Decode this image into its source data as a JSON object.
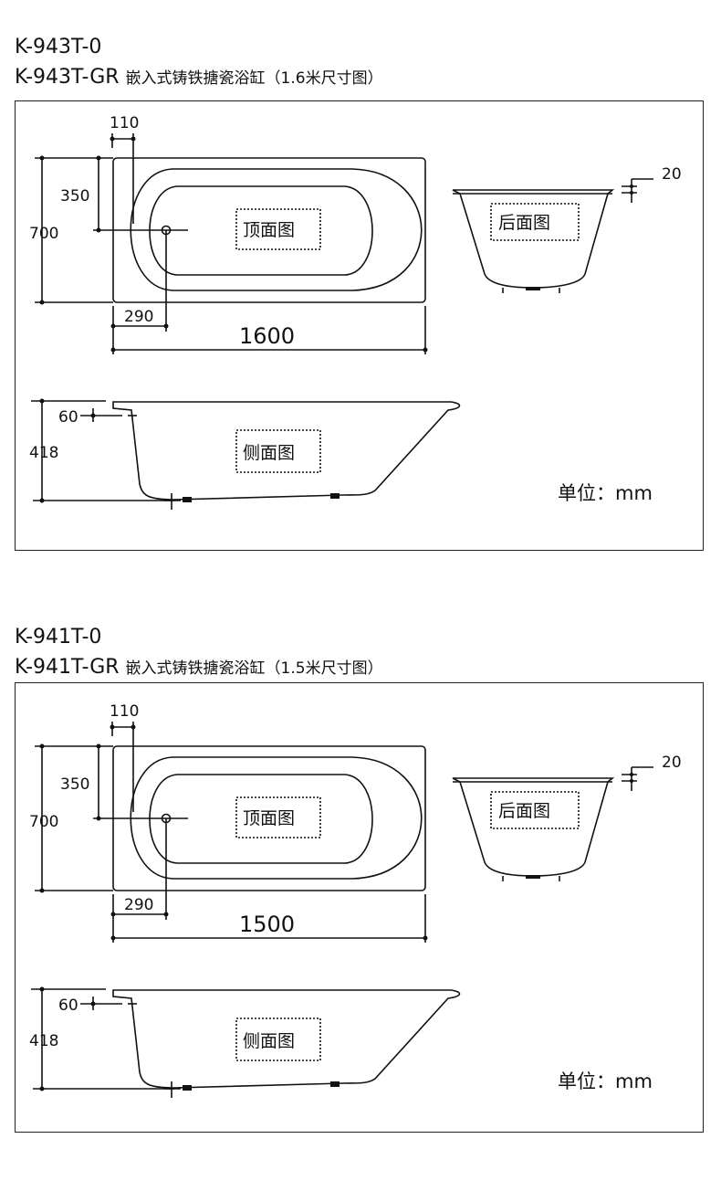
{
  "sections": [
    {
      "model_a": "K-943T-0",
      "model_b": "K-943T-GR",
      "description": "嵌入式铸铁搪瓷浴缸（1.6米尺寸图）",
      "dims": {
        "d110": "110",
        "d350": "350",
        "d700": "700",
        "d290": "290",
        "length": "1600",
        "d20": "20",
        "d60": "60",
        "d418": "418"
      },
      "views": {
        "top": "顶面图",
        "back": "后面图",
        "side": "侧面图"
      },
      "unit": "单位：mm"
    },
    {
      "model_a": "K-941T-0",
      "model_b": "K-941T-GR",
      "description": "嵌入式铸铁搪瓷浴缸（1.5米尺寸图）",
      "dims": {
        "d110": "110",
        "d350": "350",
        "d700": "700",
        "d290": "290",
        "length": "1500",
        "d20": "20",
        "d60": "60",
        "d418": "418"
      },
      "views": {
        "top": "顶面图",
        "back": "后面图",
        "side": "侧面图"
      },
      "unit": "单位：mm"
    }
  ]
}
